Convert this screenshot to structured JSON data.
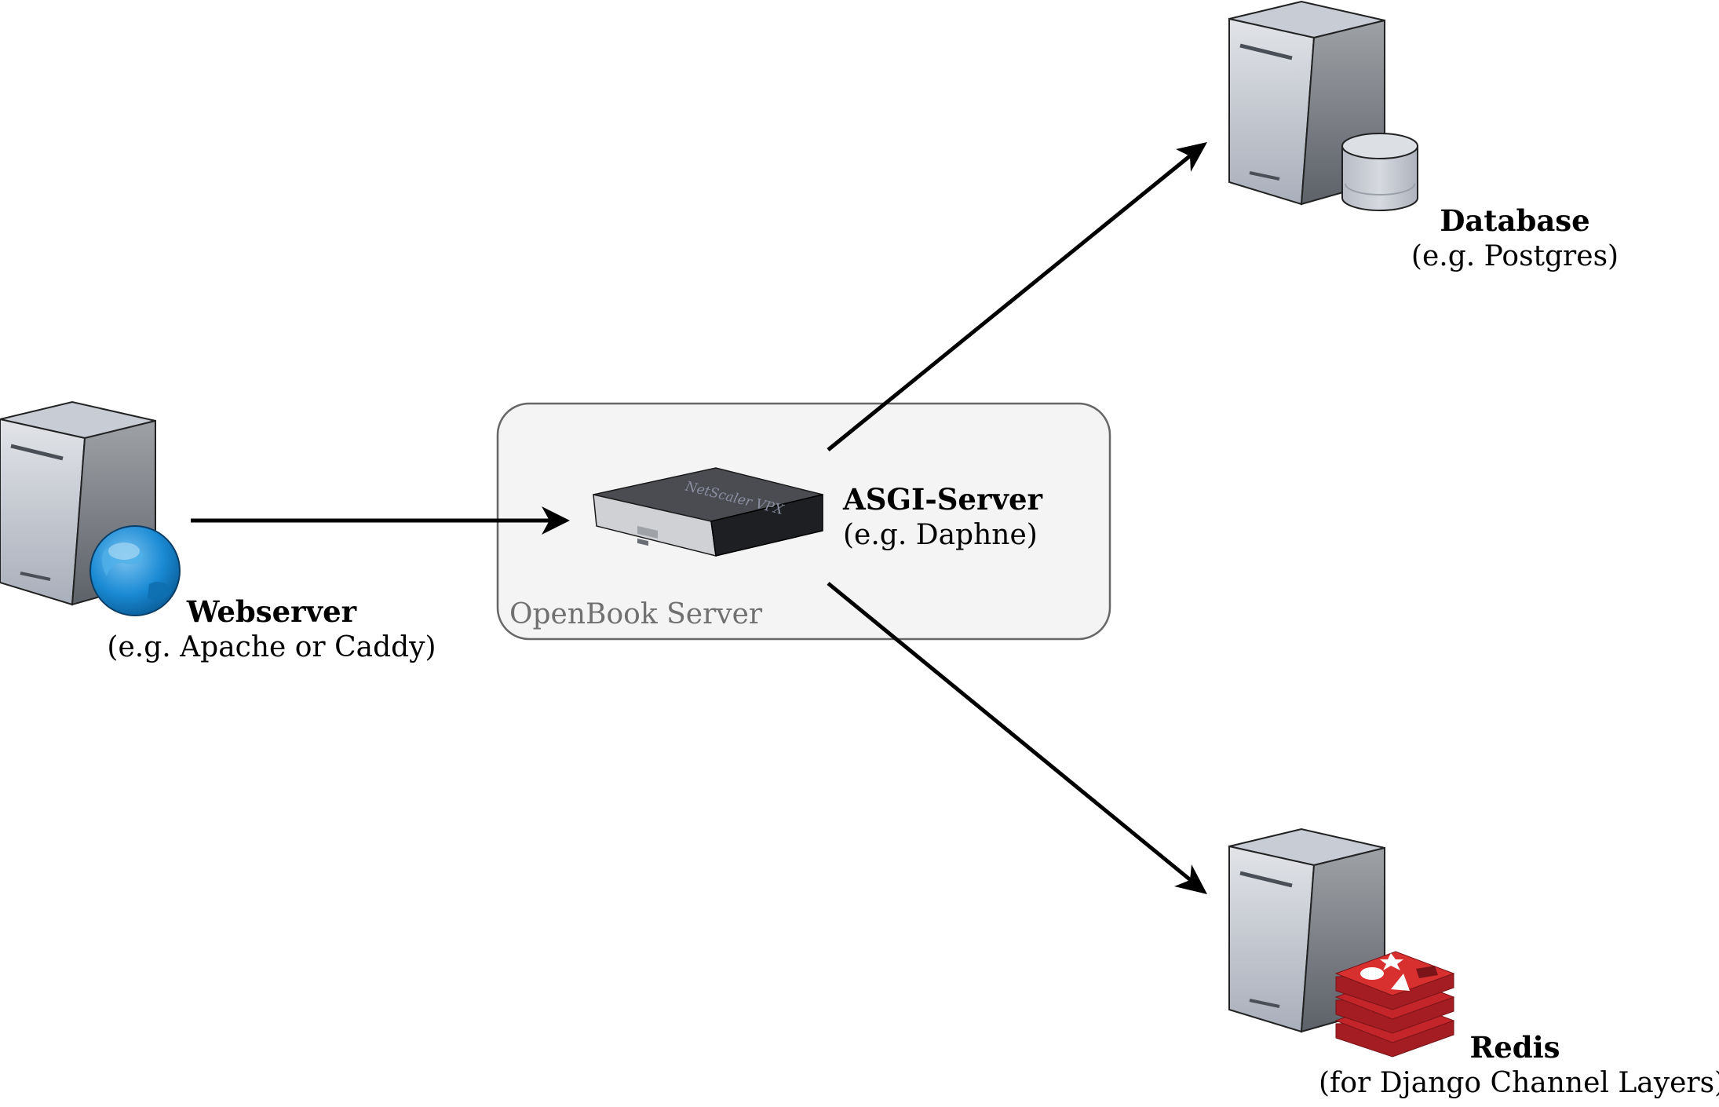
{
  "nodes": {
    "webserver": {
      "title": "Webserver",
      "subtitle": "(e.g. Apache or Caddy)",
      "icon": "globe-server-icon"
    },
    "asgi": {
      "title": "ASGI-Server",
      "subtitle": "(e.g. Daphne)",
      "icon": "rack-appliance-icon",
      "device_text": "NetScaler VPX"
    },
    "database": {
      "title": "Database",
      "subtitle": "(e.g. Postgres)",
      "icon": "database-server-icon"
    },
    "redis": {
      "title": "Redis",
      "subtitle": "(for Django Channel Layers)",
      "icon": "redis-server-icon"
    }
  },
  "group": {
    "label": "OpenBook Server"
  },
  "edges": [
    {
      "from": "webserver",
      "to": "asgi"
    },
    {
      "from": "asgi",
      "to": "database"
    },
    {
      "from": "asgi",
      "to": "redis"
    }
  ],
  "colors": {
    "arrow": "#000000",
    "group_fill": "#f4f4f4",
    "group_stroke": "#666666",
    "globe": "#1a8ad4",
    "redis": "#c4252a"
  }
}
